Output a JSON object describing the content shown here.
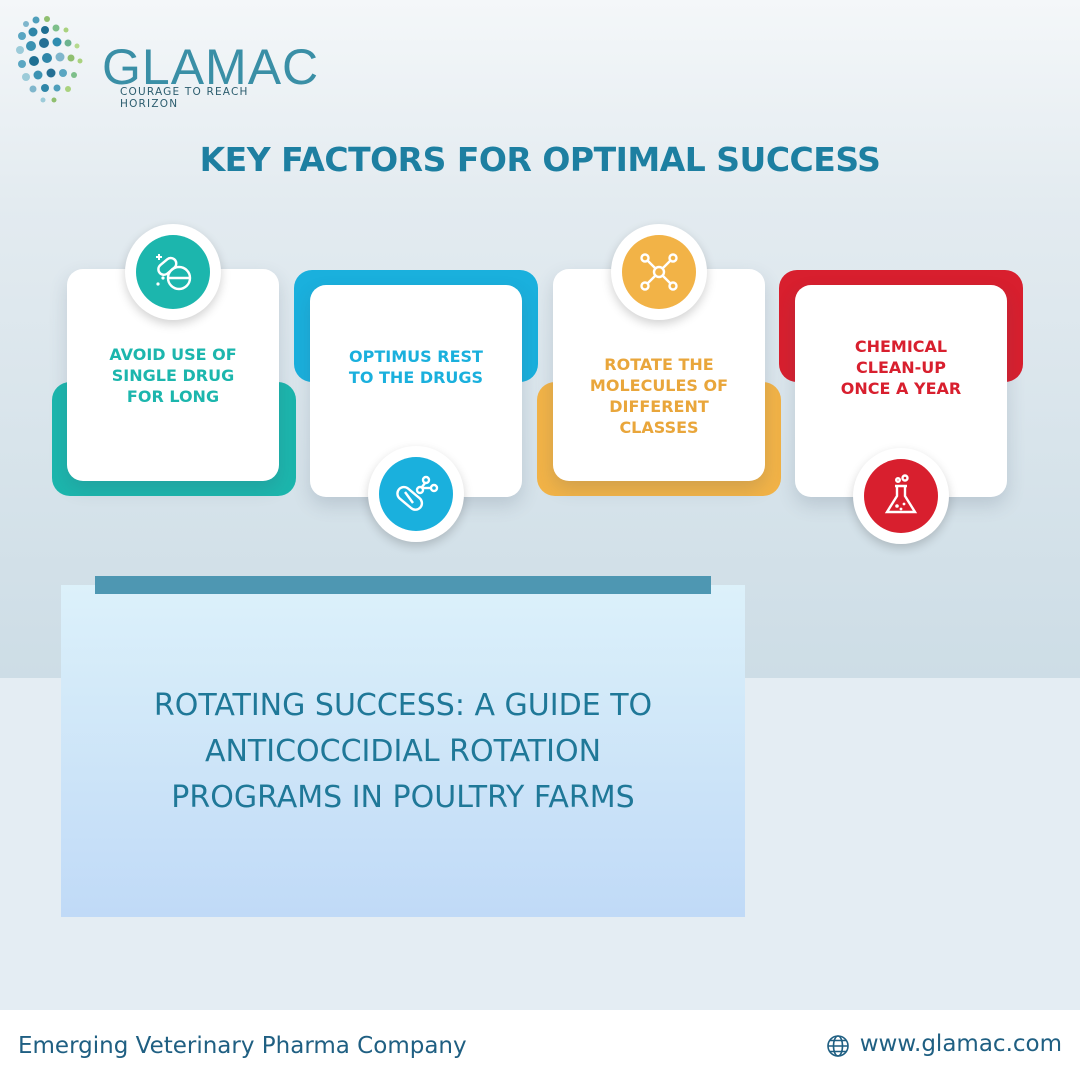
{
  "brand": {
    "name": "GLAMAC",
    "tagline": "COURAGE TO REACH HORIZON"
  },
  "headline": "KEY FACTORS FOR OPTIMAL SUCCESS",
  "factors": [
    {
      "label": "AVOID USE OF\nSINGLE DRUG\nFOR LONG",
      "icon": "pills-icon",
      "color": "#1cb6ad"
    },
    {
      "label": "OPTIMUS REST\nTO THE DRUGS",
      "icon": "capsule-molecule-icon",
      "color": "#1ab0dd"
    },
    {
      "label": "ROTATE THE\nMOLECULES OF\nDIFFERENT\nCLASSES",
      "icon": "molecule-icon",
      "color": "#f2b347"
    },
    {
      "label": "CHEMICAL\nCLEAN-UP\nONCE A YEAR",
      "icon": "flask-icon",
      "color": "#d81f2e"
    }
  ],
  "guide": {
    "title": "ROTATING SUCCESS: A GUIDE TO\nANTICOCCIDIAL ROTATION\nPROGRAMS IN POULTRY FARMS"
  },
  "footer": {
    "company": "Emerging Veterinary Pharma Company",
    "website": "www.glamac.com",
    "website_icon": "globe-icon"
  },
  "colors": {
    "brand": "#3a8fa6",
    "headline": "#1d7fa1",
    "footer_text": "#1f5f82"
  }
}
